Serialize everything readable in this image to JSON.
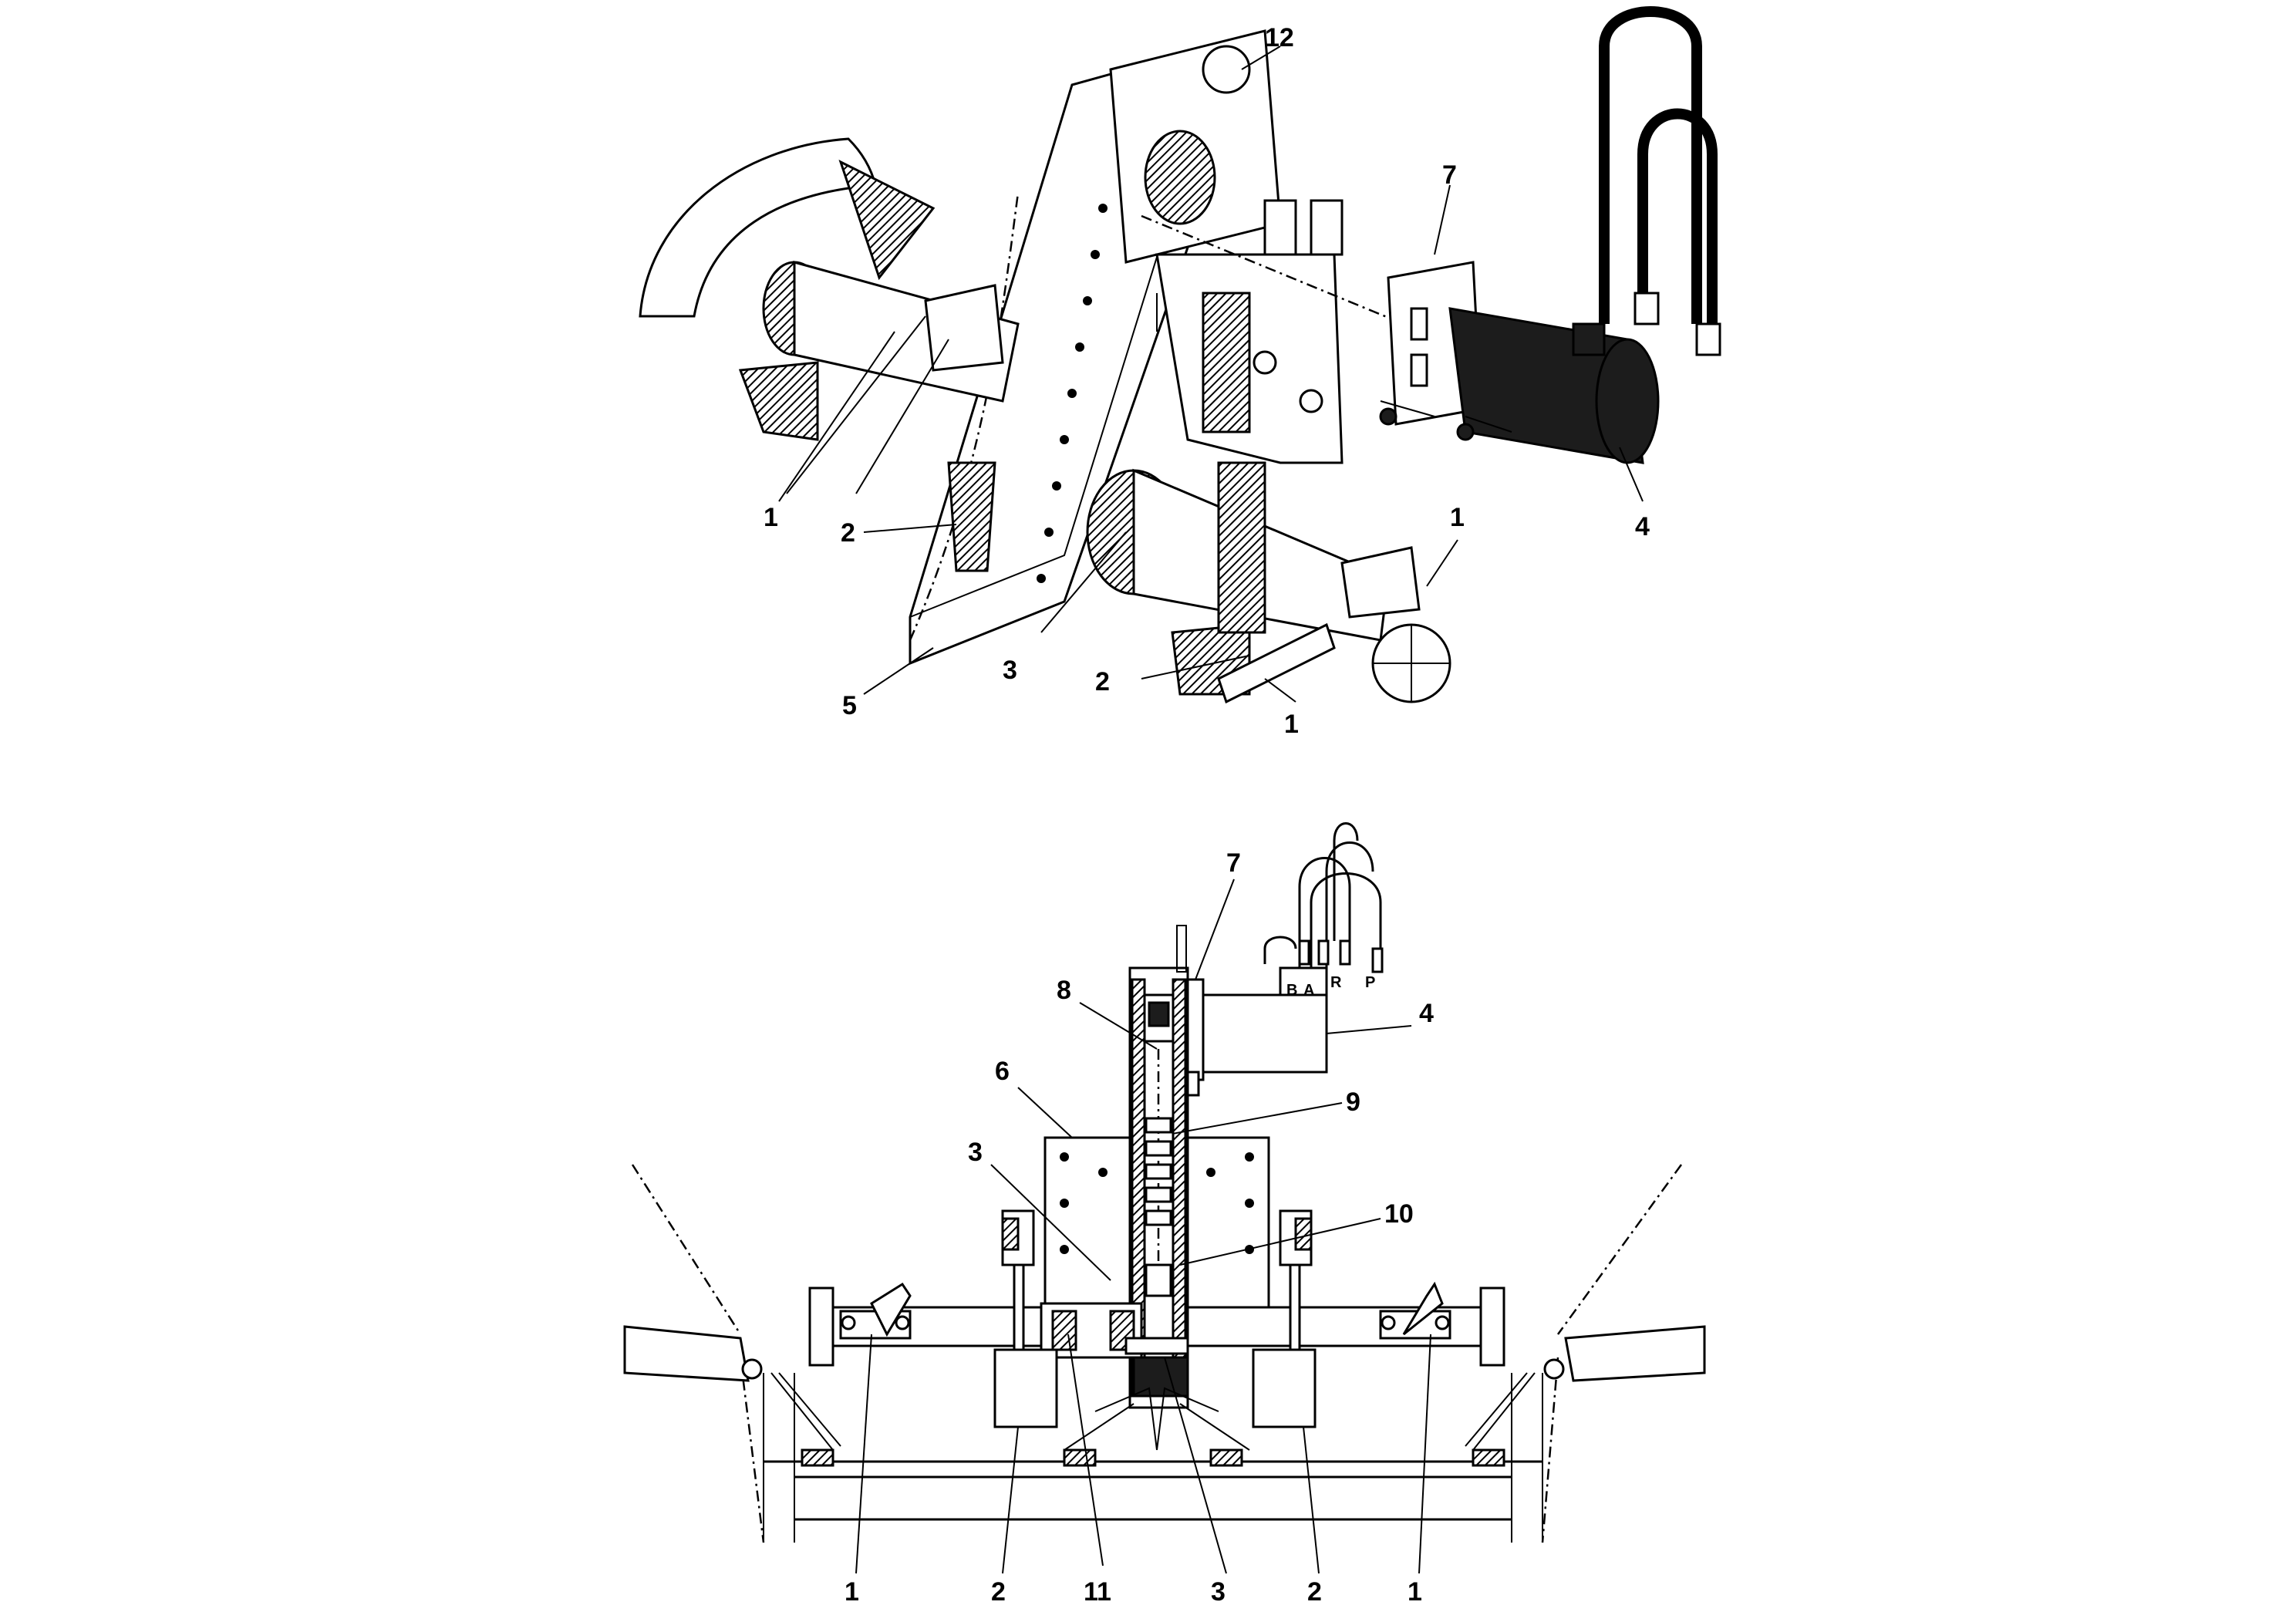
{
  "diagram": {
    "top_view": {
      "labels": [
        "12",
        "7",
        "1",
        "2",
        "4",
        "1",
        "3",
        "2",
        "5",
        "1"
      ]
    },
    "bottom_view": {
      "labels": [
        "7",
        "8",
        "4",
        "6",
        "9",
        "3",
        "10",
        "1",
        "2",
        "11",
        "3",
        "2",
        "1"
      ],
      "ports": [
        "B",
        "A",
        "R",
        "P"
      ]
    }
  }
}
